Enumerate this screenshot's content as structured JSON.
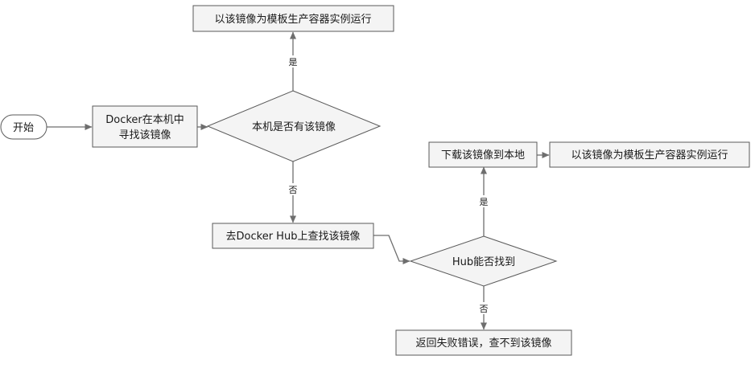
{
  "diagram": {
    "type": "flowchart",
    "colors": {
      "node_fill": "#f4f4f4",
      "node_stroke": "#5a5a5a",
      "edge": "#6e6e6e",
      "text": "#1a1a1a"
    },
    "nodes": {
      "start": {
        "label": "开始"
      },
      "search_local": {
        "line1": "Docker在本机中",
        "line2": "寻找该镜像"
      },
      "local_exists": {
        "label": "本机是否有该镜像"
      },
      "run_local": {
        "label": "以该镜像为模板生产容器实例运行"
      },
      "search_hub": {
        "label": "去Docker Hub上查找该镜像"
      },
      "hub_found": {
        "label": "Hub能否找到"
      },
      "download": {
        "label": "下载该镜像到本地"
      },
      "run_downloaded": {
        "label": "以该镜像为模板生产容器实例运行"
      },
      "error": {
        "label": "返回失败错误，查不到该镜像"
      }
    },
    "edge_labels": {
      "local_yes": "是",
      "local_no": "否",
      "hub_yes": "是",
      "hub_no": "否"
    }
  }
}
